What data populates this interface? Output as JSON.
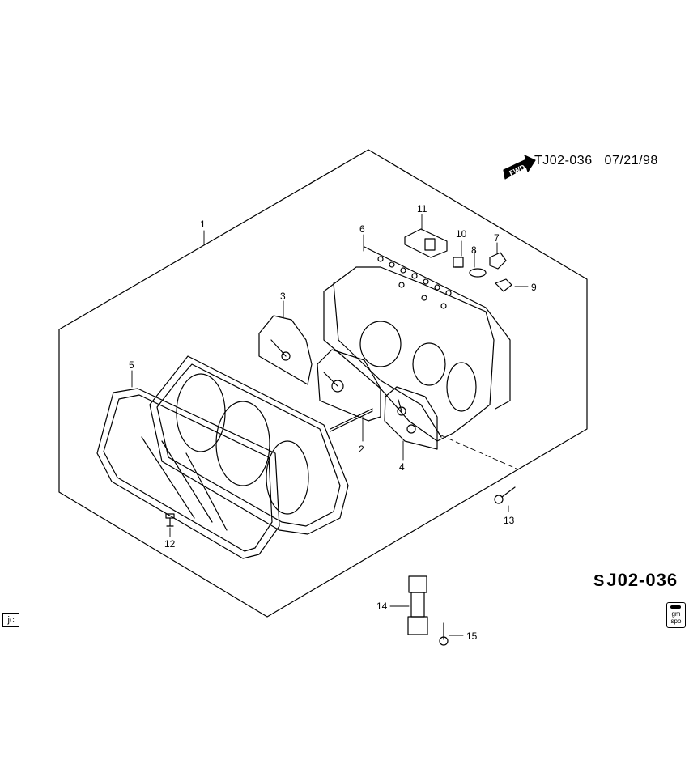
{
  "header": {
    "diagram_id": "TJ02-036",
    "date": "07/21/98"
  },
  "fwd_label": "FWD",
  "ref_code": {
    "symbol": "S",
    "text": "J02-036"
  },
  "corner_tag": "jc",
  "badge": {
    "line1": "gm",
    "line2": "spo"
  },
  "callouts": [
    "1",
    "2",
    "3",
    "4",
    "5",
    "6",
    "7",
    "8",
    "9",
    "10",
    "11",
    "12",
    "13",
    "14",
    "15"
  ]
}
